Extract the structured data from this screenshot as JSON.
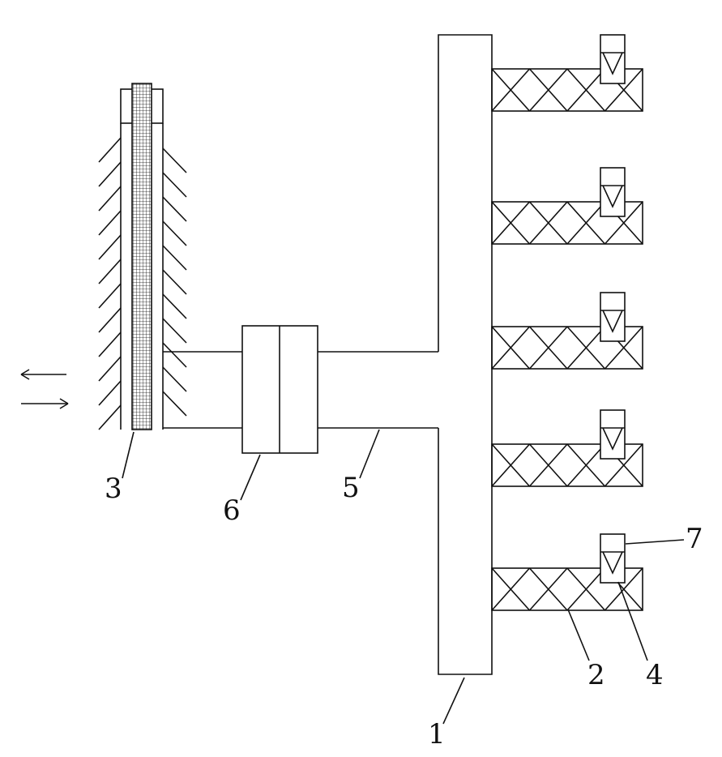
{
  "labels": {
    "manifold": "1",
    "pipe": "2",
    "rod": "3",
    "valve": "4",
    "conduit": "5",
    "unit": "6",
    "sensor": "7"
  },
  "colors": {
    "line": "#111111",
    "background": "#ffffff"
  },
  "arrows": {
    "upper": "left-arrow",
    "lower": "right-arrow"
  }
}
